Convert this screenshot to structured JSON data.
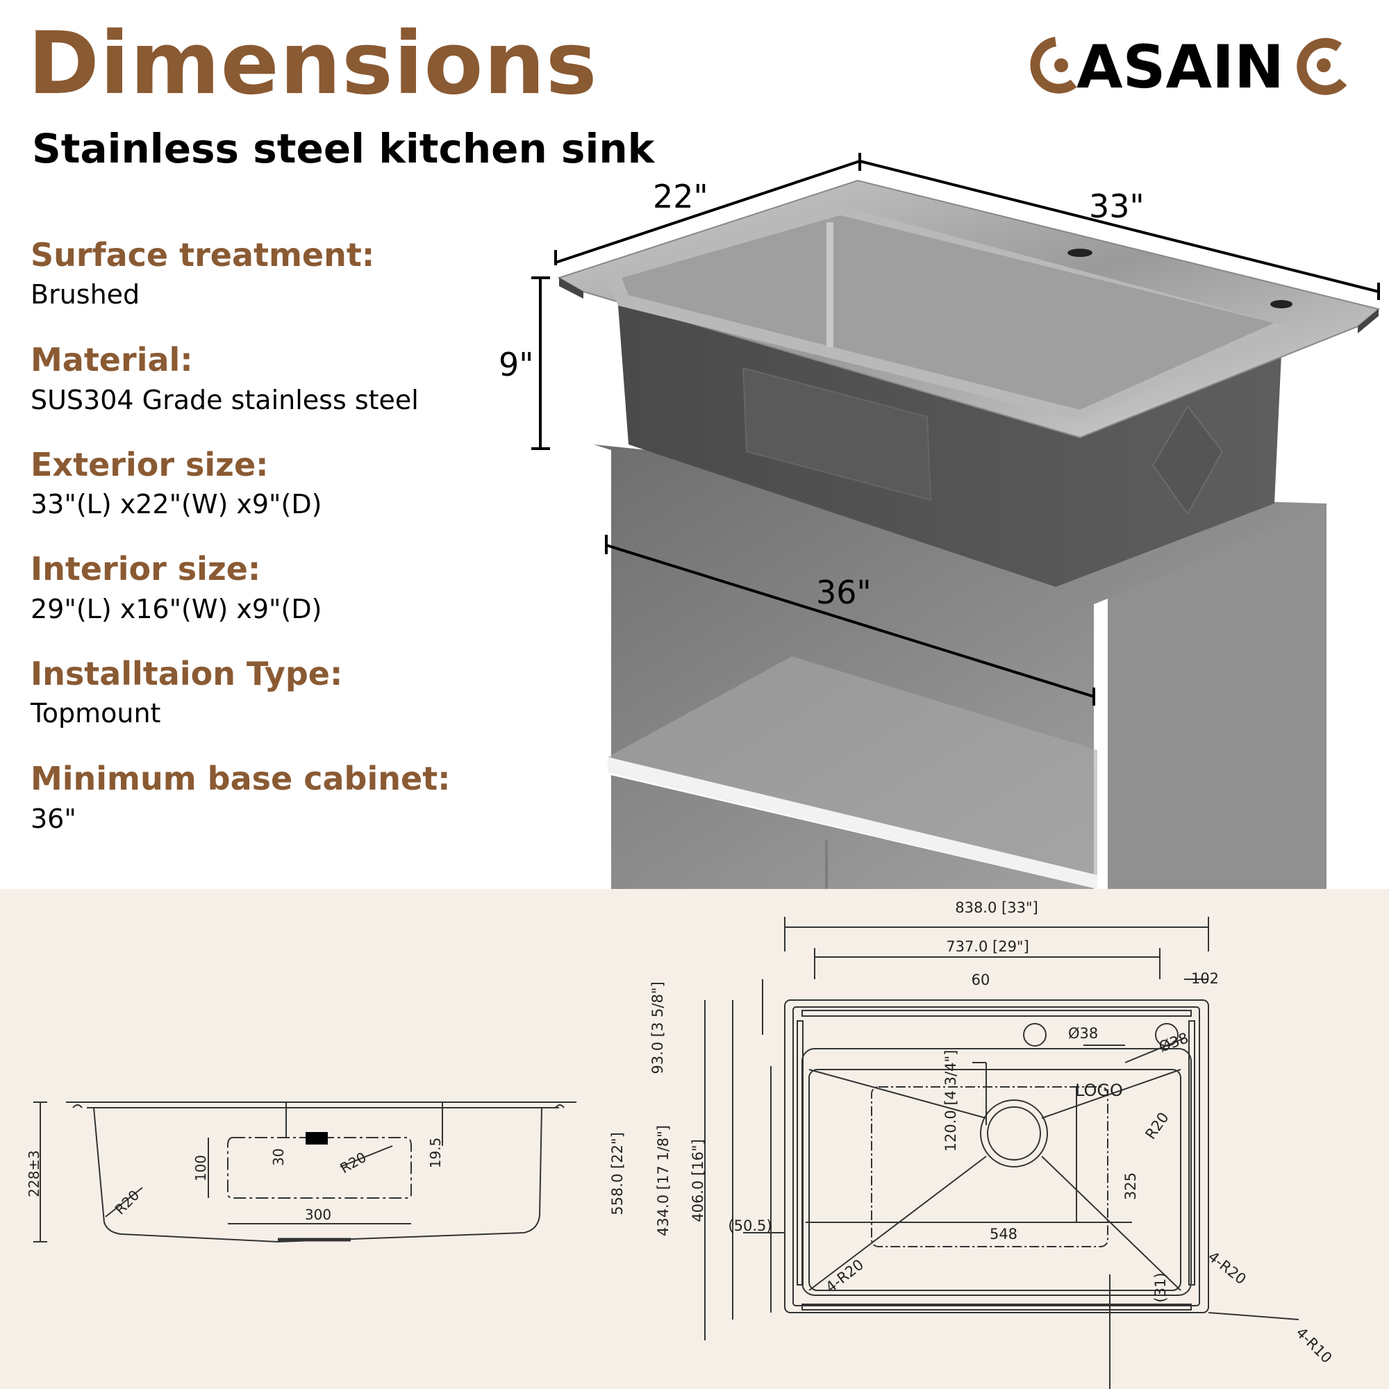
{
  "header": {
    "title": "Dimensions",
    "subtitle": "Stainless steel kitchen sink",
    "brand": "CASAINC",
    "brand_color": "#8a5a33"
  },
  "specs": [
    {
      "label": "Surface treatment:",
      "value": "Brushed"
    },
    {
      "label": "Material:",
      "value": "SUS304 Grade stainless steel"
    },
    {
      "label": "Exterior size:",
      "value": "33\"(L) x22\"(W) x9\"(D)"
    },
    {
      "label": "Interior size:",
      "value": "29\"(L) x16\"(W) x9\"(D)"
    },
    {
      "label": "Installtaion Type:",
      "value": "Topmount"
    },
    {
      "label": "Minimum base cabinet:",
      "value": "36\""
    }
  ],
  "render_dims": {
    "width": "22\"",
    "length": "33\"",
    "depth": "9\"",
    "cabinet": "36\""
  },
  "side_view": {
    "height": "228±3",
    "r20_corner": "R20",
    "slot_height": "100",
    "slot_top": "30",
    "slot_radius": "R20",
    "overflow_offset": "19.5",
    "slot_length": "300"
  },
  "plan_view": {
    "overall_length": "838.0 [33\"]",
    "interior_length": "737.0 [29\"]",
    "hole_offset_left": "60",
    "hole_offset_right": "102",
    "hole1": "Ø38",
    "hole2": "Ø38",
    "logo": "LOGO",
    "top_flange": "93.0 [3 5/8\"]",
    "overall_width": "558.0 [22\"]",
    "bowl_depth_outer": "434.0 [17 1/8\"]",
    "bowl_depth_inner": "406.0 [16\"]",
    "drain_offset": "120.0 [4 3/4\"]",
    "left_offset": "(50.5)",
    "drain_span": "548",
    "drain_height": "325",
    "bottom_offset": "(31)",
    "corner_r20_right": "R20",
    "corner_4r20_left": "4-R20",
    "corner_4r20_right": "4-R20",
    "corner_4r10": "4-R10"
  }
}
